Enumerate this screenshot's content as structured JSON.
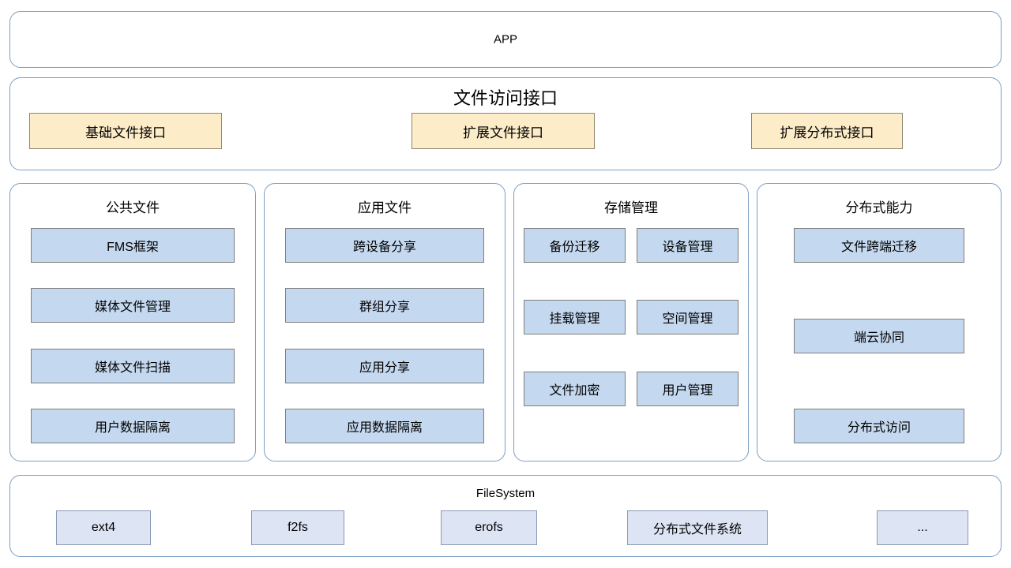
{
  "app_band": {
    "title": "APP"
  },
  "access_band": {
    "title": "文件访问接口",
    "interfaces": [
      {
        "label": "基础文件接口"
      },
      {
        "label": "扩展文件接口"
      },
      {
        "label": "扩展分布式接口"
      }
    ]
  },
  "columns": [
    {
      "title": "公共文件",
      "items": [
        {
          "label": "FMS框架"
        },
        {
          "label": "媒体文件管理"
        },
        {
          "label": "媒体文件扫描"
        },
        {
          "label": "用户数据隔离"
        }
      ]
    },
    {
      "title": "应用文件",
      "items": [
        {
          "label": "跨设备分享"
        },
        {
          "label": "群组分享"
        },
        {
          "label": "应用分享"
        },
        {
          "label": "应用数据隔离"
        }
      ]
    },
    {
      "title": "存储管理",
      "items": [
        {
          "label": "备份迁移"
        },
        {
          "label": "设备管理"
        },
        {
          "label": "挂载管理"
        },
        {
          "label": "空间管理"
        },
        {
          "label": "文件加密"
        },
        {
          "label": "用户管理"
        }
      ]
    },
    {
      "title": "分布式能力",
      "items": [
        {
          "label": "文件跨端迁移"
        },
        {
          "label": "端云协同"
        },
        {
          "label": "分布式访问"
        }
      ]
    }
  ],
  "filesystem_band": {
    "title": "FileSystem",
    "items": [
      {
        "label": "ext4"
      },
      {
        "label": "f2fs"
      },
      {
        "label": "erofs"
      },
      {
        "label": "分布式文件系统"
      },
      {
        "label": "..."
      }
    ]
  },
  "colors": {
    "panel_border": "#7c9ec4",
    "interface_fill": "#fdecc8",
    "interface_border": "#8f8470",
    "module_fill": "#c4d8ef",
    "module_border": "#7d7d7d",
    "filesystem_fill": "#dde4f3",
    "filesystem_border": "#8a9ab5",
    "background": "#ffffff",
    "text": "#000000"
  }
}
